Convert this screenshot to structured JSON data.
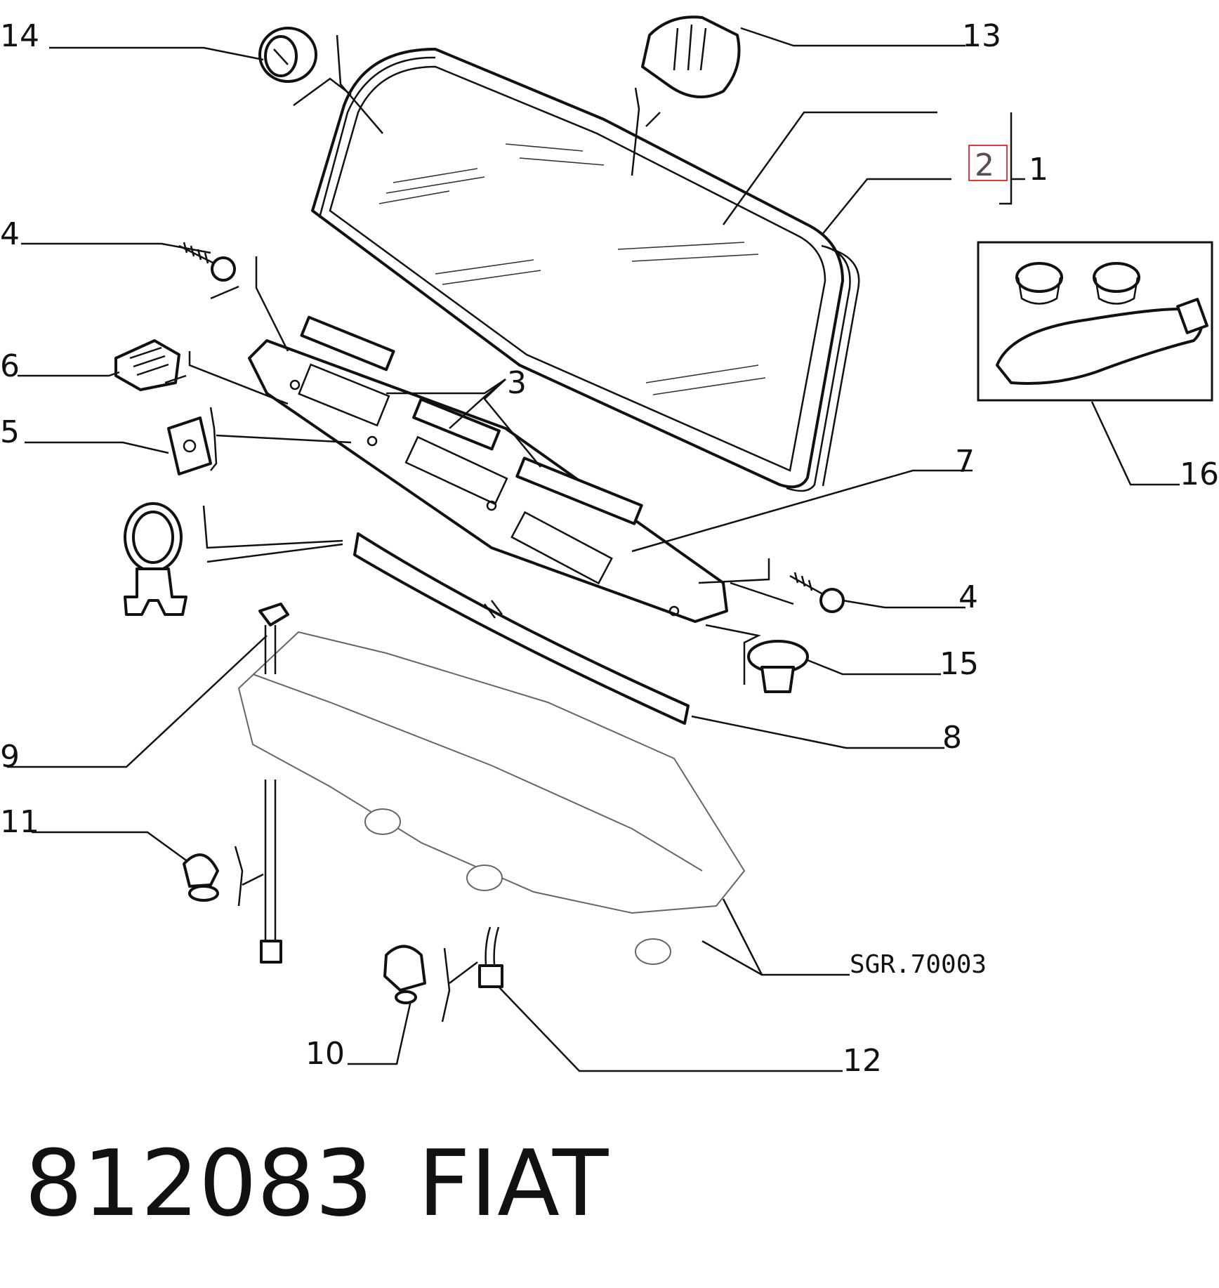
{
  "colors": {
    "ink": "#111111",
    "highlight_box": "#e03a3a",
    "highlight_text": "#5a4a5a",
    "background": "#ffffff"
  },
  "callouts": {
    "c14": "14",
    "c13": "13",
    "c2": "2",
    "c1": "1",
    "c4a": "4",
    "c6": "6",
    "c3": "3",
    "c5": "5",
    "c16": "16",
    "c7": "7",
    "c4b": "4",
    "c15": "15",
    "c8": "8",
    "c9": "9",
    "c11": "11",
    "c10": "10",
    "c12": "12"
  },
  "reference_code": "SGR.70003",
  "part_number": "812083",
  "brand": "FIAT"
}
